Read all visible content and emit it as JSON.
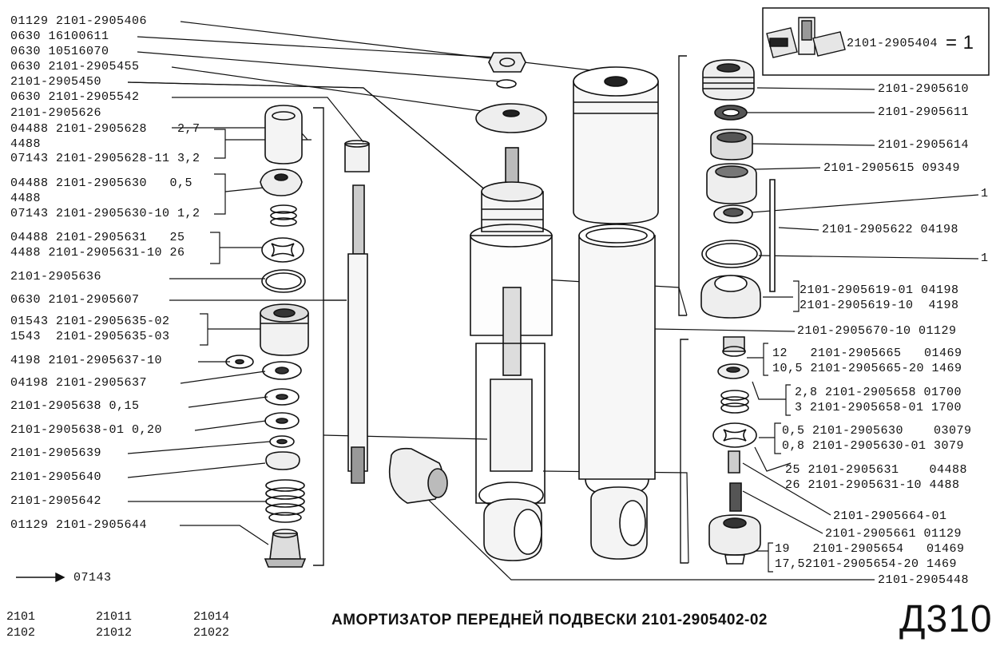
{
  "title": "АМОРТИЗАТОР ПЕРЕДНЕЙ ПОДВЕСКИ 2101-2905402-02",
  "sheet_number": "Д310",
  "models": [
    "2101",
    "2102",
    "21011",
    "21012",
    "21014",
    "21022"
  ],
  "legend_arrow_code": "07143",
  "kit": {
    "code": "2101-2905404",
    "qty": "= 1"
  },
  "left_labels": [
    "01129 2101-2905406",
    "0630 16100611",
    "0630 10516070",
    "0630 2101-2905455",
    "2101-2905450",
    "0630 2101-2905542",
    "2101-2905626",
    "04488 2101-2905628    2,7",
    "4488",
    "07143 2101-2905628-11 3,2",
    "04488 2101-2905630   0,5",
    "4488",
    "07143 2101-2905630-10 1,2",
    "04488 2101-2905631   25",
    "4488 2101-2905631-10 26",
    "2101-2905636",
    "0630 2101-2905607",
    "01543 2101-2905635-02",
    "1543  2101-2905635-03",
    "4198 2101-2905637-10",
    "04198 2101-2905637",
    "2101-2905638 0,15",
    "2101-2905638-01 0,20",
    "2101-2905639",
    "2101-2905640",
    "2101-2905642",
    "01129 2101-2905644"
  ],
  "right_labels": [
    "2101-2905610",
    "2101-2905611",
    "2101-2905614",
    "2101-2905615 09349",
    "1",
    "2101-2905622 04198",
    "1",
    "2101-2905619-01 04198",
    "2101-2905619-10  4198",
    "2101-2905670-10 01129",
    "12   2101-2905665   01469",
    "10,5 2101-2905665-20 1469",
    "2,8 2101-2905658 01700",
    "3 2101-2905658-01 1700",
    "0,5 2101-2905630    03079",
    "0,8 2101-2905630-01 3079",
    "25 2101-2905631    04488",
    "26 2101-2905631-10 4488",
    "2101-2905664-01",
    "2101-2905661 01129",
    "19   2101-2905654   01469",
    "17,52101-2905654-20 1469",
    "2101-2905448"
  ],
  "colors": {
    "ink": "#111111",
    "paper": "#ffffff"
  }
}
